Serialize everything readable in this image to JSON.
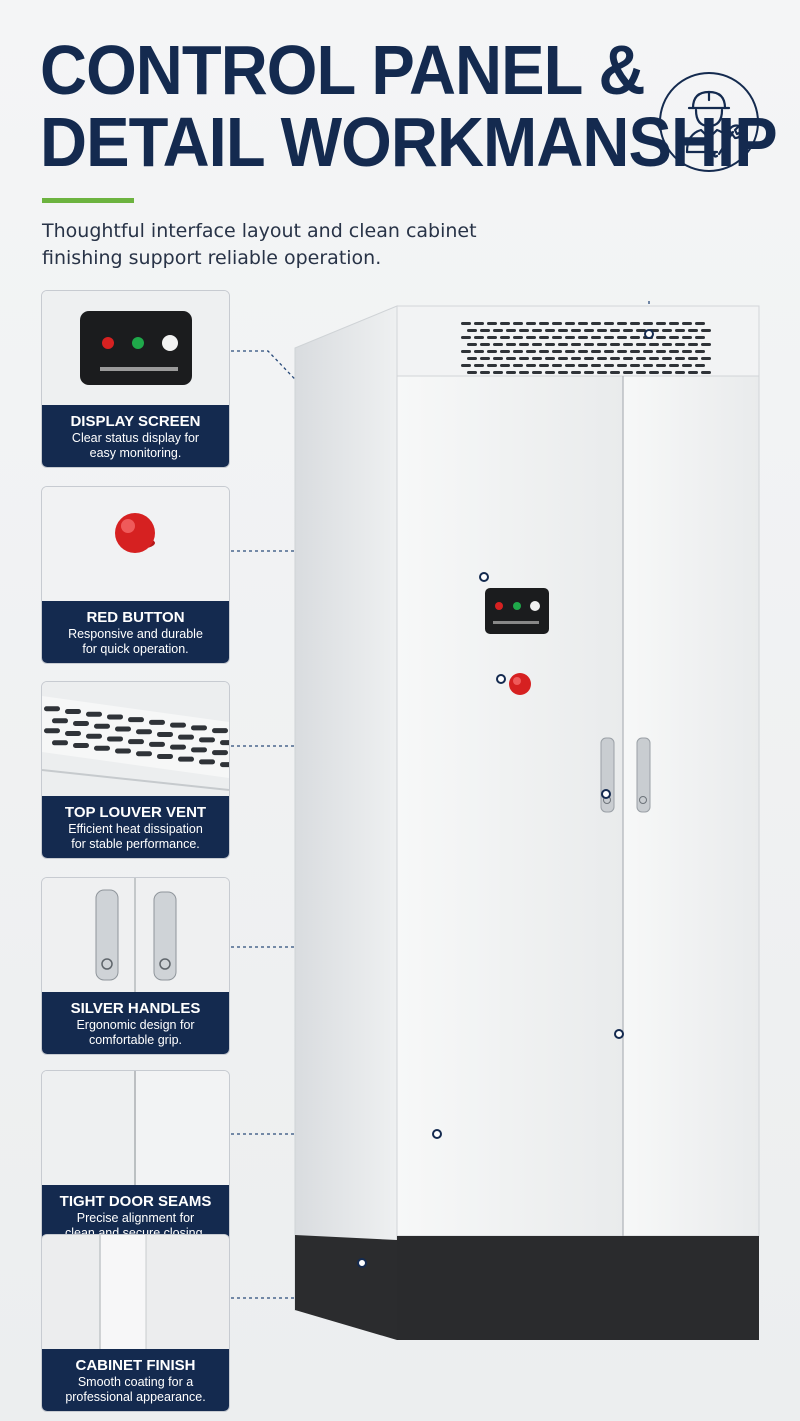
{
  "header": {
    "title_lines": [
      "CONTROL PANEL &",
      "DETAIL WORKMANSHIP"
    ],
    "subtitle_lines": [
      "Thoughtful interface layout and clean cabinet",
      "finishing support reliable operation."
    ],
    "badge_icon": "worker-with-wrench-icon"
  },
  "colors": {
    "navy": "#142a4f",
    "accent": "#6cb33f",
    "button_red": "#d62121",
    "indicator_green": "#1fa84a"
  },
  "features": [
    {
      "title": "DISPLAY SCREEN",
      "desc_lines": [
        "Clear status display for",
        "easy monitoring."
      ]
    },
    {
      "title": "RED BUTTON",
      "desc_lines": [
        "Responsive and durable",
        "for quick operation."
      ]
    },
    {
      "title": "TOP LOUVER VENT",
      "desc_lines": [
        "Efficient heat dissipation",
        "for stable performance."
      ]
    },
    {
      "title": "SILVER HANDLES",
      "desc_lines": [
        "Ergonomic design for",
        "comfortable grip."
      ]
    },
    {
      "title": "TIGHT DOOR SEAMS",
      "desc_lines": [
        "Precise alignment for",
        "clean and secure closing."
      ]
    },
    {
      "title": "CABINET FINISH",
      "desc_lines": [
        "Smooth coating for a",
        "professional appearance."
      ]
    }
  ]
}
